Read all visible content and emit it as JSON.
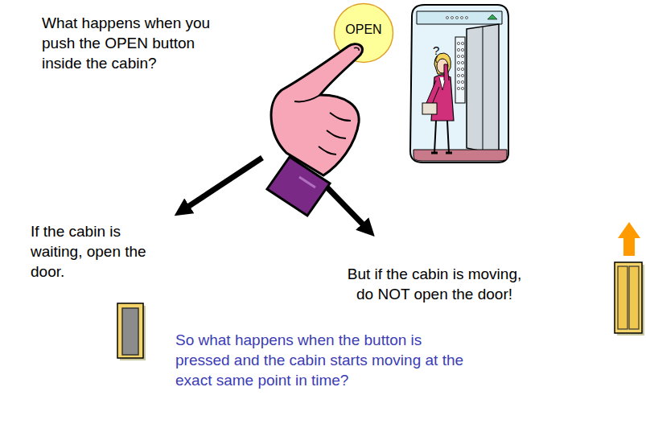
{
  "diagram": {
    "nodes": [
      {
        "text": [
          "OPEN"
        ]
      }
    ],
    "labels": [
      "What happens when you push the OPEN button inside the cabin?",
      "?",
      "If the cabin is waiting, open the door.",
      "But if the cabin is moving, do NOT open the door!",
      "So what happens when the button is pressed and the cabin starts moving at the exact same point in time?"
    ]
  }
}
